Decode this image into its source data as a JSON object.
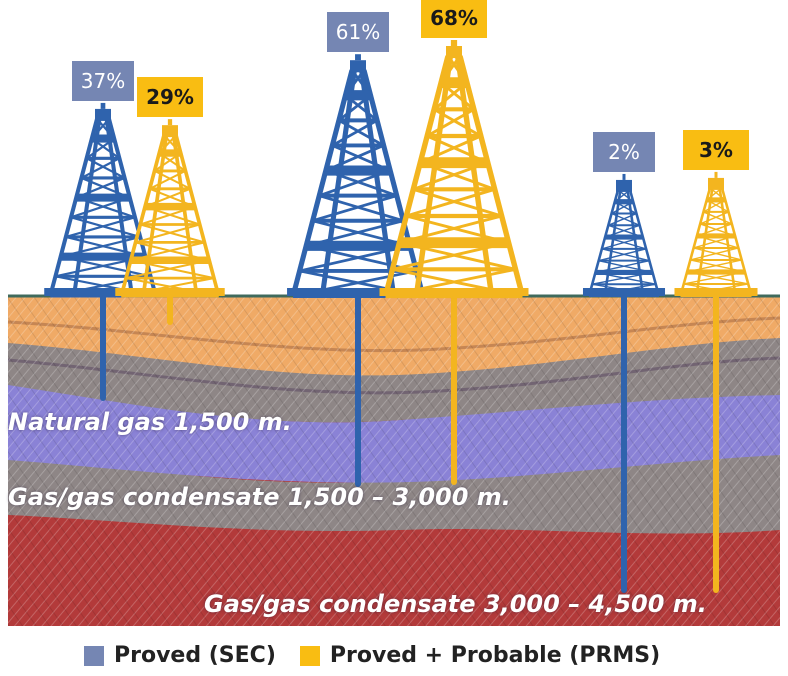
{
  "chart_data": {
    "type": "bar",
    "categories": [
      "Natural gas 1,500 m.",
      "Gas/gas condensate 1,500 – 3,000 m.",
      "Gas/gas condensate 3,000 – 4,500 m."
    ],
    "series": [
      {
        "name": "Proved (SEC)",
        "values": [
          37,
          61,
          2
        ],
        "labels": [
          "37%",
          "61%",
          "2%"
        ]
      },
      {
        "name": "Proved + Probable (PRMS)",
        "values": [
          29,
          68,
          3
        ],
        "labels": [
          "29%",
          "68%",
          "3%"
        ]
      }
    ],
    "unit": "%"
  },
  "layers": [
    {
      "label": "Natural gas 1,500 m."
    },
    {
      "label": "Gas/gas condensate 1,500 – 3,000 m."
    },
    {
      "label": "Gas/gas condensate 3,000 – 4,500 m."
    }
  ],
  "legend": [
    {
      "label": "Proved (SEC)",
      "color": "#7586b3"
    },
    {
      "label": "Proved + Probable (PRMS)",
      "color": "#f9bd12"
    }
  ],
  "colors": {
    "sec_rig": "#2f63ad",
    "prms_rig": "#f3b51f",
    "ground_line": "#3f6a5c",
    "orange_layer": "#f0aa66",
    "grey_layer": "#8e8686",
    "purple_layer": "#8a82d6",
    "red_layer": "#b33a3a"
  }
}
